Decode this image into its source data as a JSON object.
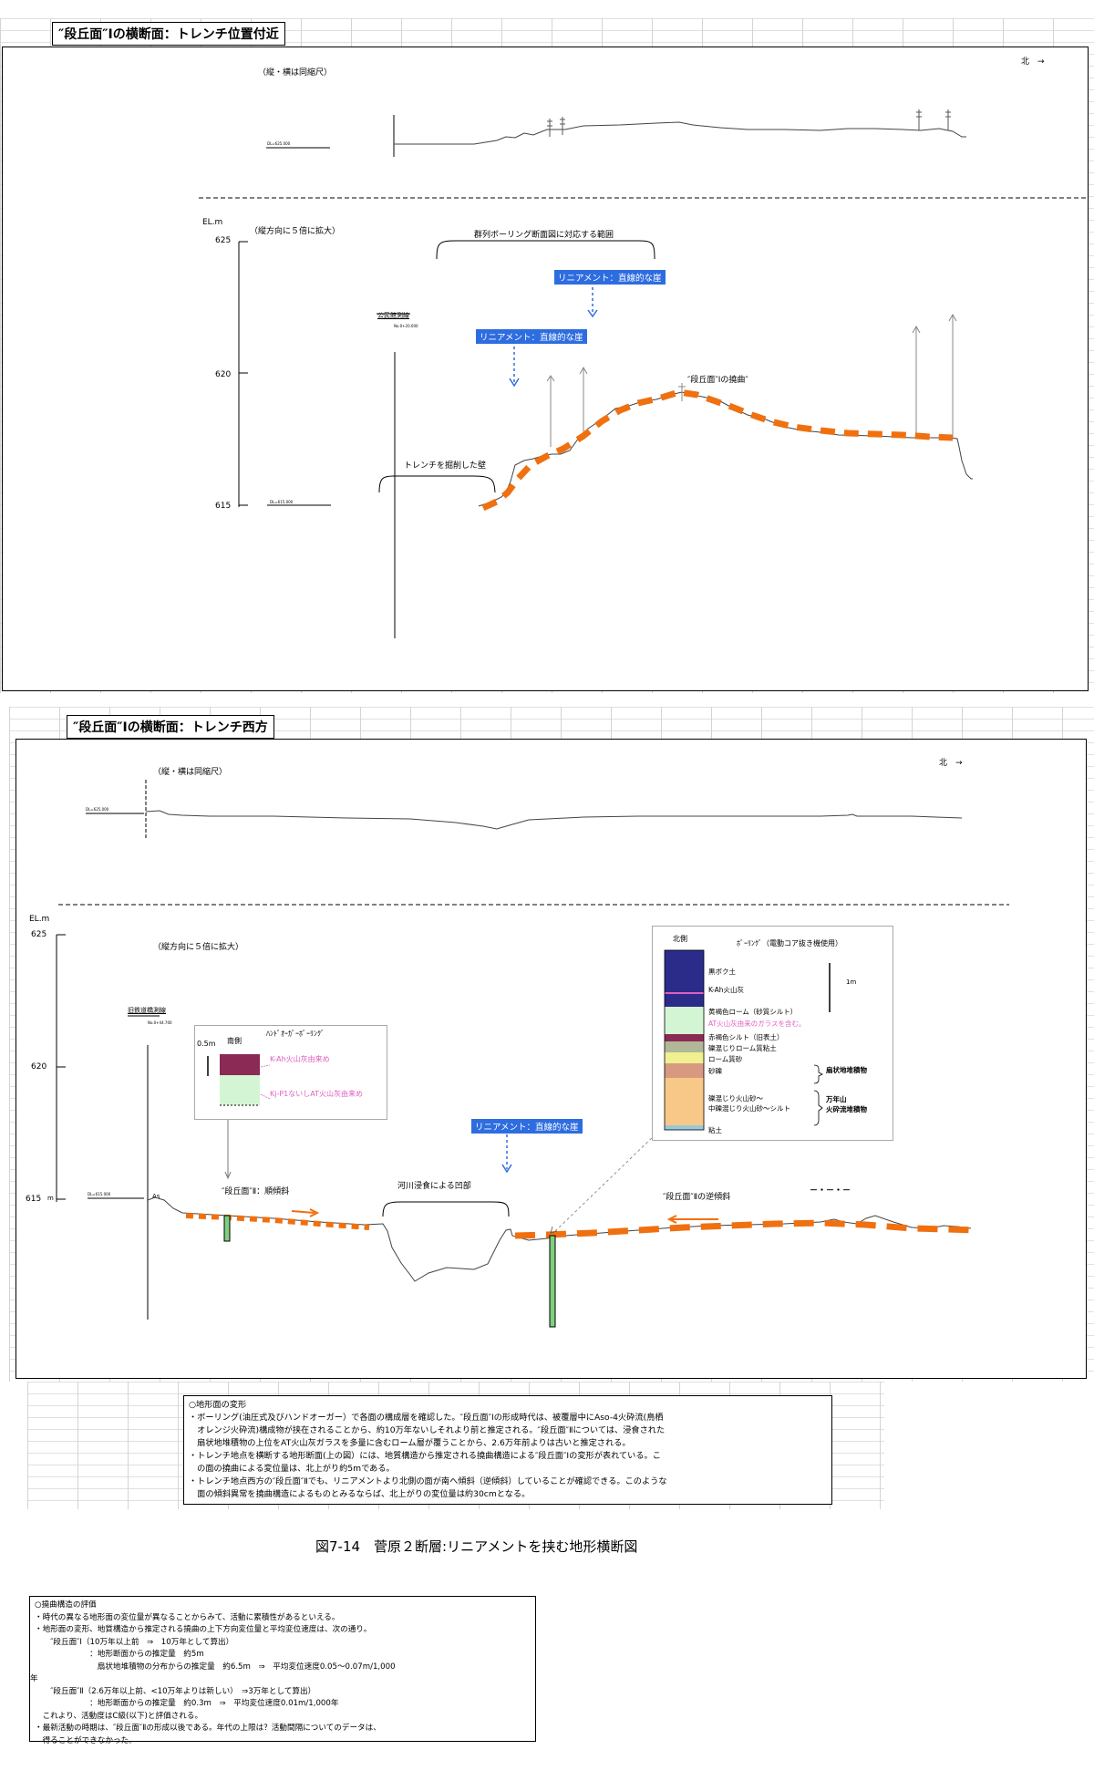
{
  "section1": {
    "title": "″段丘面″Ⅰの横断面：トレンチ位置付近",
    "scale_note": "（縦・横は同縮尺）",
    "north": "北　→",
    "dl_top": "DL=625.000",
    "el_label": "EL.m",
    "el_625": "625",
    "el_620": "620",
    "el_615": "615",
    "exag_note": "（縦方向に５倍に拡大）",
    "boring_range": "群列ボーリング断面図に対応する範囲",
    "lineament1": "リニアメント：直線的な崖",
    "lineament2": "リニアメント：直線的な崖",
    "survey_line": "公民館測線",
    "survey_tiny": "No.0+20.000",
    "flexure": "″段丘面″Ⅰの撓曲″",
    "trench_wall": "トレンチを掘削した壁",
    "dl_bottom": "DL=615.000"
  },
  "section2": {
    "title": "″段丘面″Ⅰの横断面：トレンチ西方",
    "scale_note": "（縦・横は同縮尺）",
    "north": "北　→",
    "dl_top": "DL=625.000",
    "el_label": "EL.m",
    "el_625": "625",
    "el_620": "620",
    "el_615": "615",
    "m_unit": "m",
    "exag_note": "（縦方向に５倍に拡大）",
    "survey_line": "旧鉄道橋測線",
    "survey_tiny": "No.0+44.700",
    "dl_bottom": "DL=615.000",
    "as_label": "As",
    "dip_north": "″段丘面″Ⅱ：順傾斜",
    "river_note": "河川浸食による凹部",
    "lineament": "リニアメント：直線的な崖",
    "reverse_dip": "″段丘面″Ⅱの逆傾斜",
    "dash_legend": "－・－・－"
  },
  "hand_auger": {
    "title": "ﾊﾝﾄﾞｵｰｶﾞｰﾎﾞｰﾘﾝｸﾞ",
    "scale": "0.5m",
    "side": "南側",
    "k_ah": "K-Ah火山灰由来め",
    "kj": "Kj-P1ないしAT火山灰由来め"
  },
  "boring": {
    "side": "北側",
    "title": "ﾎﾞｰﾘﾝｸﾞ（電動コア抜き機使用）",
    "scale": "1m",
    "layers": {
      "kuroboku": "黒ボク土",
      "kah": "K-Ah火山灰",
      "loam": "黄褐色ローム（砂質シルト）",
      "at": "AT火山灰由来のガラスを含む。",
      "red_silt": "赤褐色シルト（旧表土）",
      "gravel_loam": "礫混じりローム質粘土",
      "loam_sand": "ローム質砂",
      "sand_gravel": "砂礫",
      "fan": "扇状地堆積物",
      "volcanic": "礫混じり火山砂〜",
      "volcanic2": "中礫混じり火山砂〜シルト",
      "clay": "粘土",
      "manen": "万年山",
      "manen2": "火砕流堆積物"
    }
  },
  "deformation": {
    "lines": [
      "○地形面の変形",
      "・ボーリング(油圧式及びハンドオーガー）で各面の構成層を確認した。″段丘面″Ⅰの形成時代は、被覆層中にAso-4火砕流(鳥栖",
      "　オレンジ火砕流)構成物が挟在されることから、約10万年ないしそれより前と推定される。″段丘面″Ⅱについては、浸食された",
      "　扇状地堆積物の上位をAT火山灰ガラスを多量に含むローム層が覆うことから、2.6万年前よりは古いと推定される。",
      "・トレンチ地点を横断する地形断面(上の図）には、地質構造から推定される撓曲構造による″段丘面″Ⅰの変形が表れている。こ",
      "　の面の撓曲による変位量は、北上がり約5mである。",
      "・トレンチ地点西方の″段丘面″Ⅱでも、リニアメントより北側の面が南へ傾斜（逆傾斜）していることが確認できる。このような",
      "　面の傾斜異常を撓曲構造によるものとみるならば、北上がりの変位量は約30cmとなる。"
    ]
  },
  "caption": "図7-14　菅原２断層:リニアメントを挟む地形横断図",
  "evaluation": {
    "lines": [
      "○撓曲構造の評価",
      "・時代の異なる地形面の変位量が異なることからみて、活動に累積性があるといえる。",
      "・地形面の変形、地質構造から推定される撓曲の上下方向変位量と平均変位速度は、次の通り。",
      "　　″段丘面″Ⅰ（10万年以上前　⇒　10万年として算出）",
      "　　　　　　　：地形断面からの推定量　約5m",
      "　　　　　　　　扇状地堆積物の分布からの推定量　約6.5m　⇒　平均変位速度0.05〜0.07m/1,000",
      "年",
      "　　″段丘面″Ⅱ（2.6万年以上前、<10万年よりは新しい）　⇒3万年として算出）",
      "　　　　　　　：地形断面からの推定量　約0.3m　⇒　平均変位速度0.01m/1,000年",
      "　これより、活動度はC級(以下)と評価される。",
      "・最新活動の時期は、″段丘面″Ⅱの形成以後である。年代の上限は？活動間隔についてのデータは、",
      "　得ることができなかった。"
    ]
  },
  "colors": {
    "orange": "#f07010",
    "blue": "#2e6de0",
    "navy": "#2b2b8a",
    "maroon": "#8b2a55",
    "green": "#7ed07e",
    "pink": "#e060c0"
  }
}
